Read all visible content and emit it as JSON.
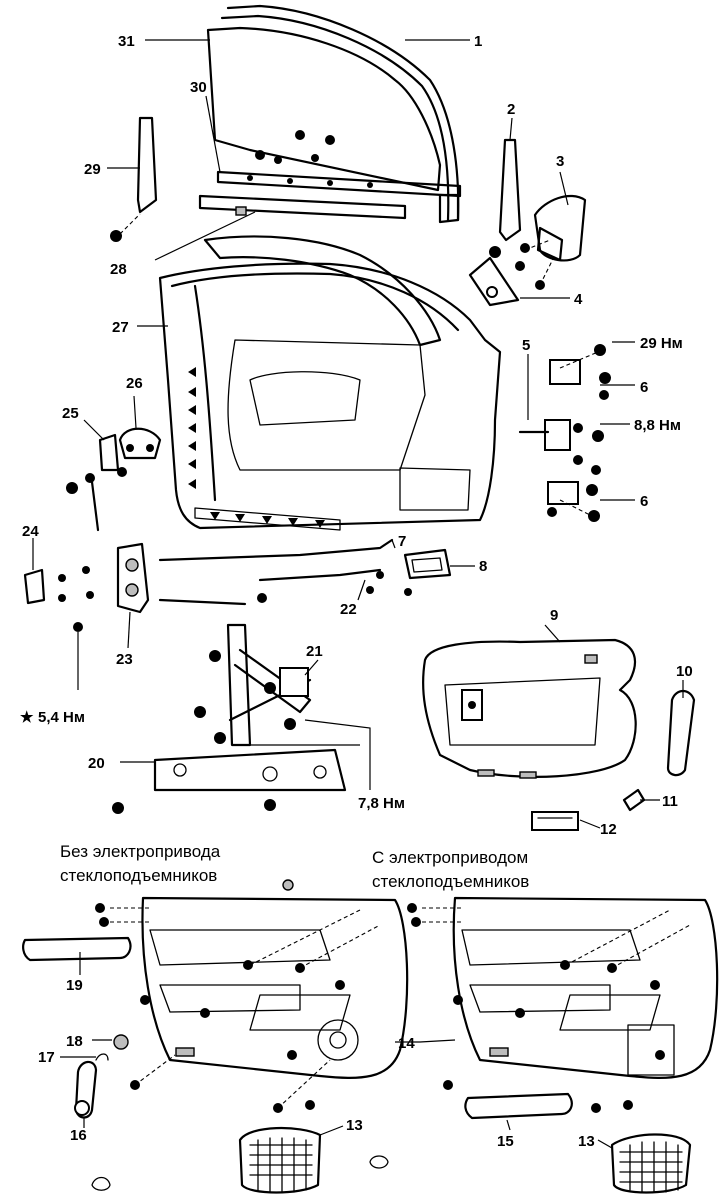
{
  "labels": {
    "n1": "1",
    "n2": "2",
    "n3": "3",
    "n4": "4",
    "n5": "5",
    "n6a": "6",
    "n6b": "6",
    "n7": "7",
    "n8": "8",
    "n9": "9",
    "n10": "10",
    "n11": "11",
    "n12": "12",
    "n13a": "13",
    "n13b": "13",
    "n14": "14",
    "n15": "15",
    "n16": "16",
    "n17": "17",
    "n18": "18",
    "n19": "19",
    "n20": "20",
    "n21": "21",
    "n22": "22",
    "n23": "23",
    "n24": "24",
    "n25": "25",
    "n26": "26",
    "n27": "27",
    "n28": "28",
    "n29": "29",
    "n30": "30",
    "n31": "31"
  },
  "torques": {
    "t29": "29 Нм",
    "t88": "8,8 Нм",
    "t54": "5,4 Нм",
    "t78": "7,8 Нм"
  },
  "marks": {
    "star": "★"
  },
  "captions": {
    "without_line1": "Без электропривода",
    "without_line2": "стеклоподъемников",
    "with_line1": "С электроприводом",
    "with_line2": "стеклоподъемников"
  }
}
